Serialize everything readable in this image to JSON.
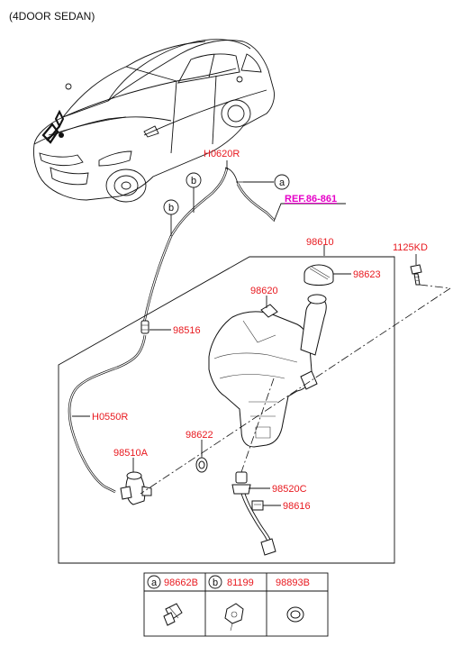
{
  "title": "(4DOOR SEDAN)",
  "reference": "REF.86-861",
  "callouts": {
    "a": "a",
    "b": "b"
  },
  "parts": {
    "p98610": "98610",
    "p1125KD": "1125KD",
    "p98623": "98623",
    "p98620": "98620",
    "pH0620R": "H0620R",
    "p98516": "98516",
    "pH0550R": "H0550R",
    "p98622": "98622",
    "p98510A": "98510A",
    "p98520C": "98520C",
    "p98616": "98616"
  },
  "legend": [
    {
      "marker": "a",
      "part_no": "98662B"
    },
    {
      "marker": "b",
      "part_no": "81199"
    },
    {
      "marker": "",
      "part_no": "98893B"
    }
  ],
  "colors": {
    "part_number": "#e8191f",
    "reference": "#e600c8",
    "line": "#111111"
  }
}
